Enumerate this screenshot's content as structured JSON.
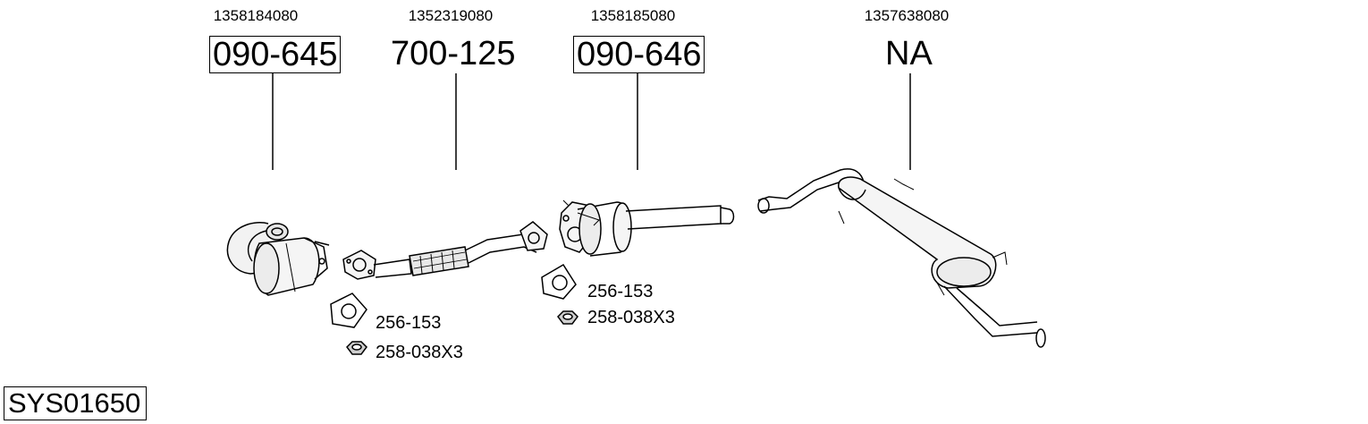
{
  "parts": [
    {
      "oem": "1358184080",
      "part_no": "090-645",
      "boxed": true
    },
    {
      "oem": "1352319080",
      "part_no": "700-125",
      "boxed": false
    },
    {
      "oem": "1358185080",
      "part_no": "090-646",
      "boxed": true
    },
    {
      "oem": "1357638080",
      "part_no": "NA",
      "boxed": false
    }
  ],
  "accessories": [
    {
      "gasket": "256-153",
      "nut": "258-038X3"
    },
    {
      "gasket": "256-153",
      "nut": "258-038X3"
    }
  ],
  "system_code": "SYS01650"
}
